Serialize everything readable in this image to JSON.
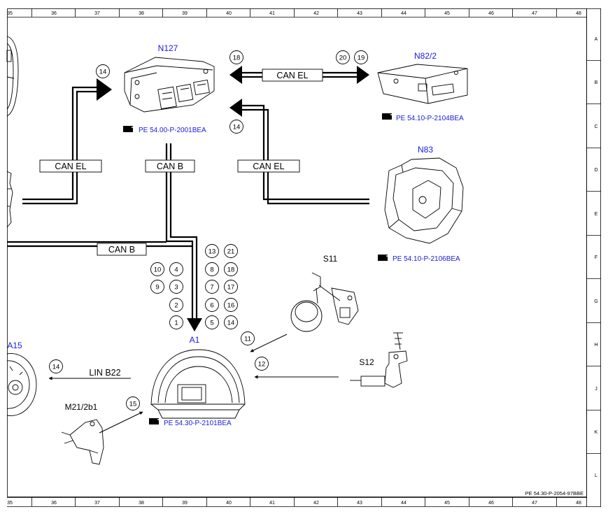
{
  "frame": {
    "columns": [
      "35",
      "36",
      "37",
      "38",
      "39",
      "40",
      "41",
      "42",
      "43",
      "44",
      "45",
      "46",
      "47",
      "48"
    ],
    "rows": [
      "A",
      "B",
      "C",
      "D",
      "E",
      "F",
      "G",
      "H",
      "J",
      "K",
      "L"
    ]
  },
  "components": {
    "n127": "N127",
    "n82_2": "N82/2",
    "n83": "N83",
    "s11": "S11",
    "s12": "S12",
    "a1": "A1",
    "a15": "A15",
    "m21_2b1": "M21/2b1"
  },
  "references": {
    "n127": "PE 54.00-P-2001BEA",
    "n82_2": "PE 54.10-P-2104BEA",
    "n83": "PE 54.10-P-2106BEA",
    "a1": "PE 54.30-P-2101BEA"
  },
  "bus_labels": {
    "can_el_top": "CAN EL",
    "can_el_left": "CAN EL",
    "can_b_center": "CAN B",
    "can_el_right": "CAN EL",
    "can_b_left": "CAN B",
    "lin_b22": "LIN B22"
  },
  "circles": {
    "c14_n127": "14",
    "c18": "18",
    "c20": "20",
    "c19": "19",
    "c14_n83": "14",
    "c11": "11",
    "c12": "12",
    "c14_a15": "14",
    "c15": "15",
    "g1_10": "10",
    "g1_4": "4",
    "g1_9": "9",
    "g1_3": "3",
    "g1_2": "2",
    "g1_1": "1",
    "g2_13": "13",
    "g2_21": "21",
    "g2_8": "8",
    "g2_18": "18",
    "g2_7": "7",
    "g2_17": "17",
    "g2_6": "6",
    "g2_16": "16",
    "g2_5": "5",
    "g2_14": "14"
  },
  "footer": {
    "document_code": "PE 54.30-P-2054-97BBE"
  }
}
